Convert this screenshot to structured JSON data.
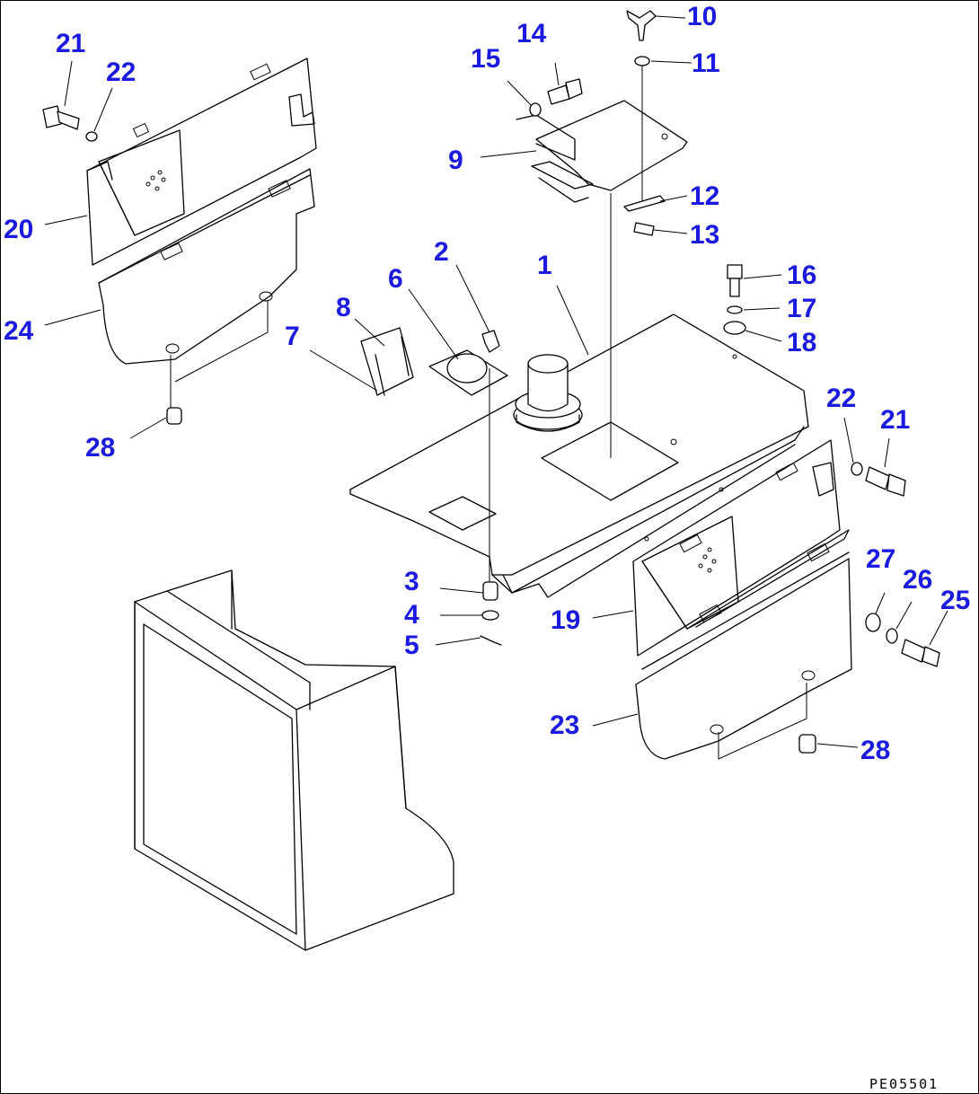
{
  "drawing_code": "PE05501",
  "callouts": [
    {
      "id": "c1",
      "label": "1"
    },
    {
      "id": "c2",
      "label": "2"
    },
    {
      "id": "c3",
      "label": "3"
    },
    {
      "id": "c4",
      "label": "4"
    },
    {
      "id": "c5",
      "label": "5"
    },
    {
      "id": "c6",
      "label": "6"
    },
    {
      "id": "c7",
      "label": "7"
    },
    {
      "id": "c8",
      "label": "8"
    },
    {
      "id": "c9",
      "label": "9"
    },
    {
      "id": "c10",
      "label": "10"
    },
    {
      "id": "c11",
      "label": "11"
    },
    {
      "id": "c12",
      "label": "12"
    },
    {
      "id": "c13",
      "label": "13"
    },
    {
      "id": "c14",
      "label": "14"
    },
    {
      "id": "c15",
      "label": "15"
    },
    {
      "id": "c16",
      "label": "16"
    },
    {
      "id": "c17",
      "label": "17"
    },
    {
      "id": "c18",
      "label": "18"
    },
    {
      "id": "c19",
      "label": "19"
    },
    {
      "id": "c20",
      "label": "20"
    },
    {
      "id": "c21a",
      "label": "21"
    },
    {
      "id": "c21b",
      "label": "21"
    },
    {
      "id": "c22a",
      "label": "22"
    },
    {
      "id": "c22b",
      "label": "22"
    },
    {
      "id": "c23",
      "label": "23"
    },
    {
      "id": "c24",
      "label": "24"
    },
    {
      "id": "c25",
      "label": "25"
    },
    {
      "id": "c26",
      "label": "26"
    },
    {
      "id": "c27",
      "label": "27"
    },
    {
      "id": "c28a",
      "label": "28"
    },
    {
      "id": "c28b",
      "label": "28"
    }
  ]
}
